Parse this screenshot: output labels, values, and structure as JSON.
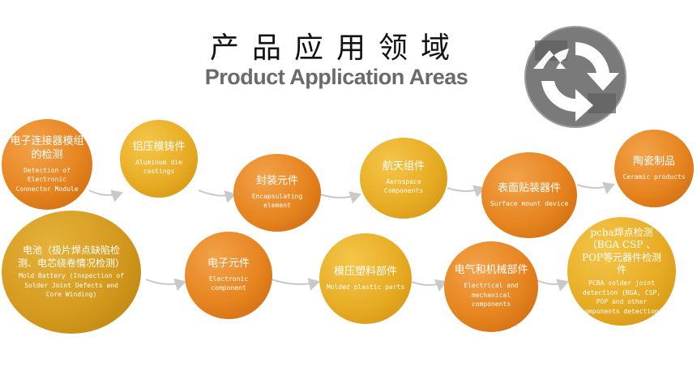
{
  "header": {
    "title_cn": "产品应用领域",
    "title_en": "Product Application Areas"
  },
  "logo": {
    "icon": "recycle-arrows-logo-icon"
  },
  "row1": [
    {
      "cn": "电子连接器模组的检测",
      "en": "Detection of Electronic Connector Module"
    },
    {
      "cn": "铝压模铸件",
      "en": "Aluminum die castings"
    },
    {
      "cn": "封装元件",
      "en": "Encapsulating element"
    },
    {
      "cn": "航天组件",
      "en": "Aerospace Components"
    },
    {
      "cn": "表面贴装器件",
      "en": "Surface mount device"
    },
    {
      "cn": "陶瓷制品",
      "en": "Ceramic products"
    }
  ],
  "row2": [
    {
      "cn": "电池（极片焊点缺陷检测、电芯绕卷情况检测）",
      "en": "Mold Battery (Inspection of Solder Joint Defects and Core Winding)"
    },
    {
      "cn": "电子元件",
      "en": "Electronic component"
    },
    {
      "cn": "模压塑料部件",
      "en": "Molded plastic parts"
    },
    {
      "cn": "电气和机械部件",
      "en": "Electrical and mechanical components"
    },
    {
      "cn": "pcba焊点检测（BGA CSP 、POP等元器件检测件",
      "en": "PCBA solder joint detection (BGA, CSP, POP and other components detection)"
    }
  ],
  "colors": {
    "orange": "#e6841f",
    "gold": "#e8ac24",
    "mustard": "#d49a1e",
    "arrow": "#c9c9c9"
  }
}
